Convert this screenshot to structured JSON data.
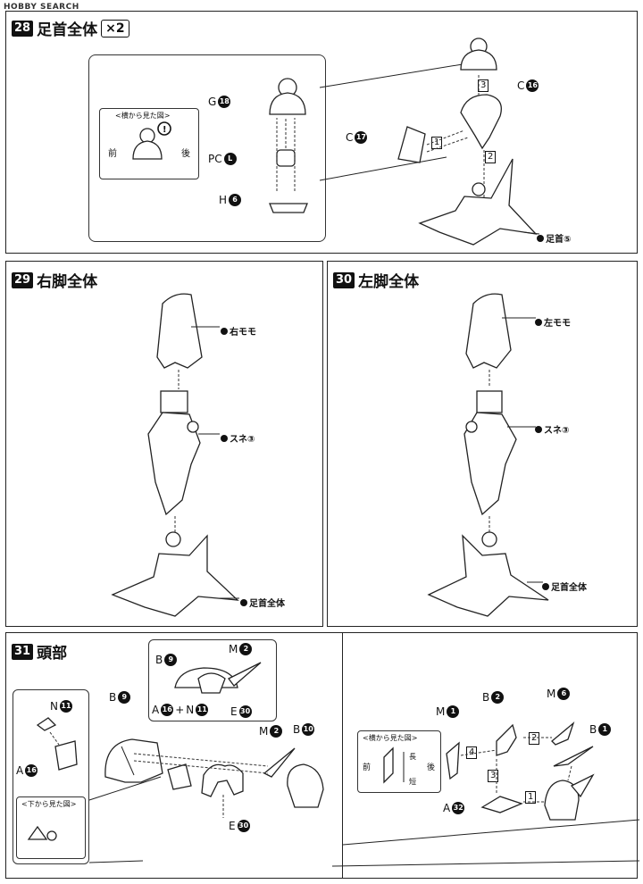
{
  "watermark": "HOBBY SEARCH",
  "step28": {
    "num": "28",
    "title": "足首全体",
    "qty": "×2",
    "side_view_title": "<横から見た図>",
    "front": "前",
    "back": "後",
    "labels": {
      "g": "G",
      "g_n": "18",
      "pc": "PC",
      "pc_n": "L",
      "h": "H",
      "h_n": "6",
      "c16": "C",
      "c16_n": "16",
      "c17": "C",
      "c17_n": "17",
      "ankle": "足首⑤"
    },
    "steps": [
      "1",
      "2",
      "3"
    ]
  },
  "step29": {
    "num": "29",
    "title": "右脚全体",
    "thigh": "右モモ",
    "shin": "スネ③",
    "foot": "足首全体"
  },
  "step30": {
    "num": "30",
    "title": "左脚全体",
    "thigh": "左モモ",
    "shin": "スネ③",
    "foot": "足首全体"
  },
  "step31": {
    "num": "31",
    "title": "頭部",
    "labels": {
      "b9_top": "B",
      "b9_top_n": "9",
      "m2_top": "M",
      "m2_top_n": "2",
      "a16_top": "A",
      "a16_top_n": "16",
      "plus": "+",
      "n11_top": "N",
      "n11_top_n": "11",
      "e30_top": "E",
      "e30_top_n": "30",
      "n11": "N",
      "n11_n": "11",
      "a16": "A",
      "a16_n": "16",
      "bottom_view": "<下から見た図>",
      "b9": "B",
      "b9_n": "9",
      "m2": "M",
      "m2_n": "2",
      "b10": "B",
      "b10_n": "10",
      "e30": "E",
      "e30_n": "30"
    },
    "right": {
      "b2": "B",
      "b2_n": "2",
      "m6": "M",
      "m6_n": "6",
      "m1": "M",
      "m1_n": "1",
      "b1": "B",
      "b1_n": "1",
      "a32": "A",
      "a32_n": "32",
      "side_view_title": "<横から見た図>",
      "front": "前",
      "back": "後",
      "long": "長",
      "short": "短",
      "steps": [
        "1",
        "2",
        "3",
        "4"
      ]
    }
  }
}
